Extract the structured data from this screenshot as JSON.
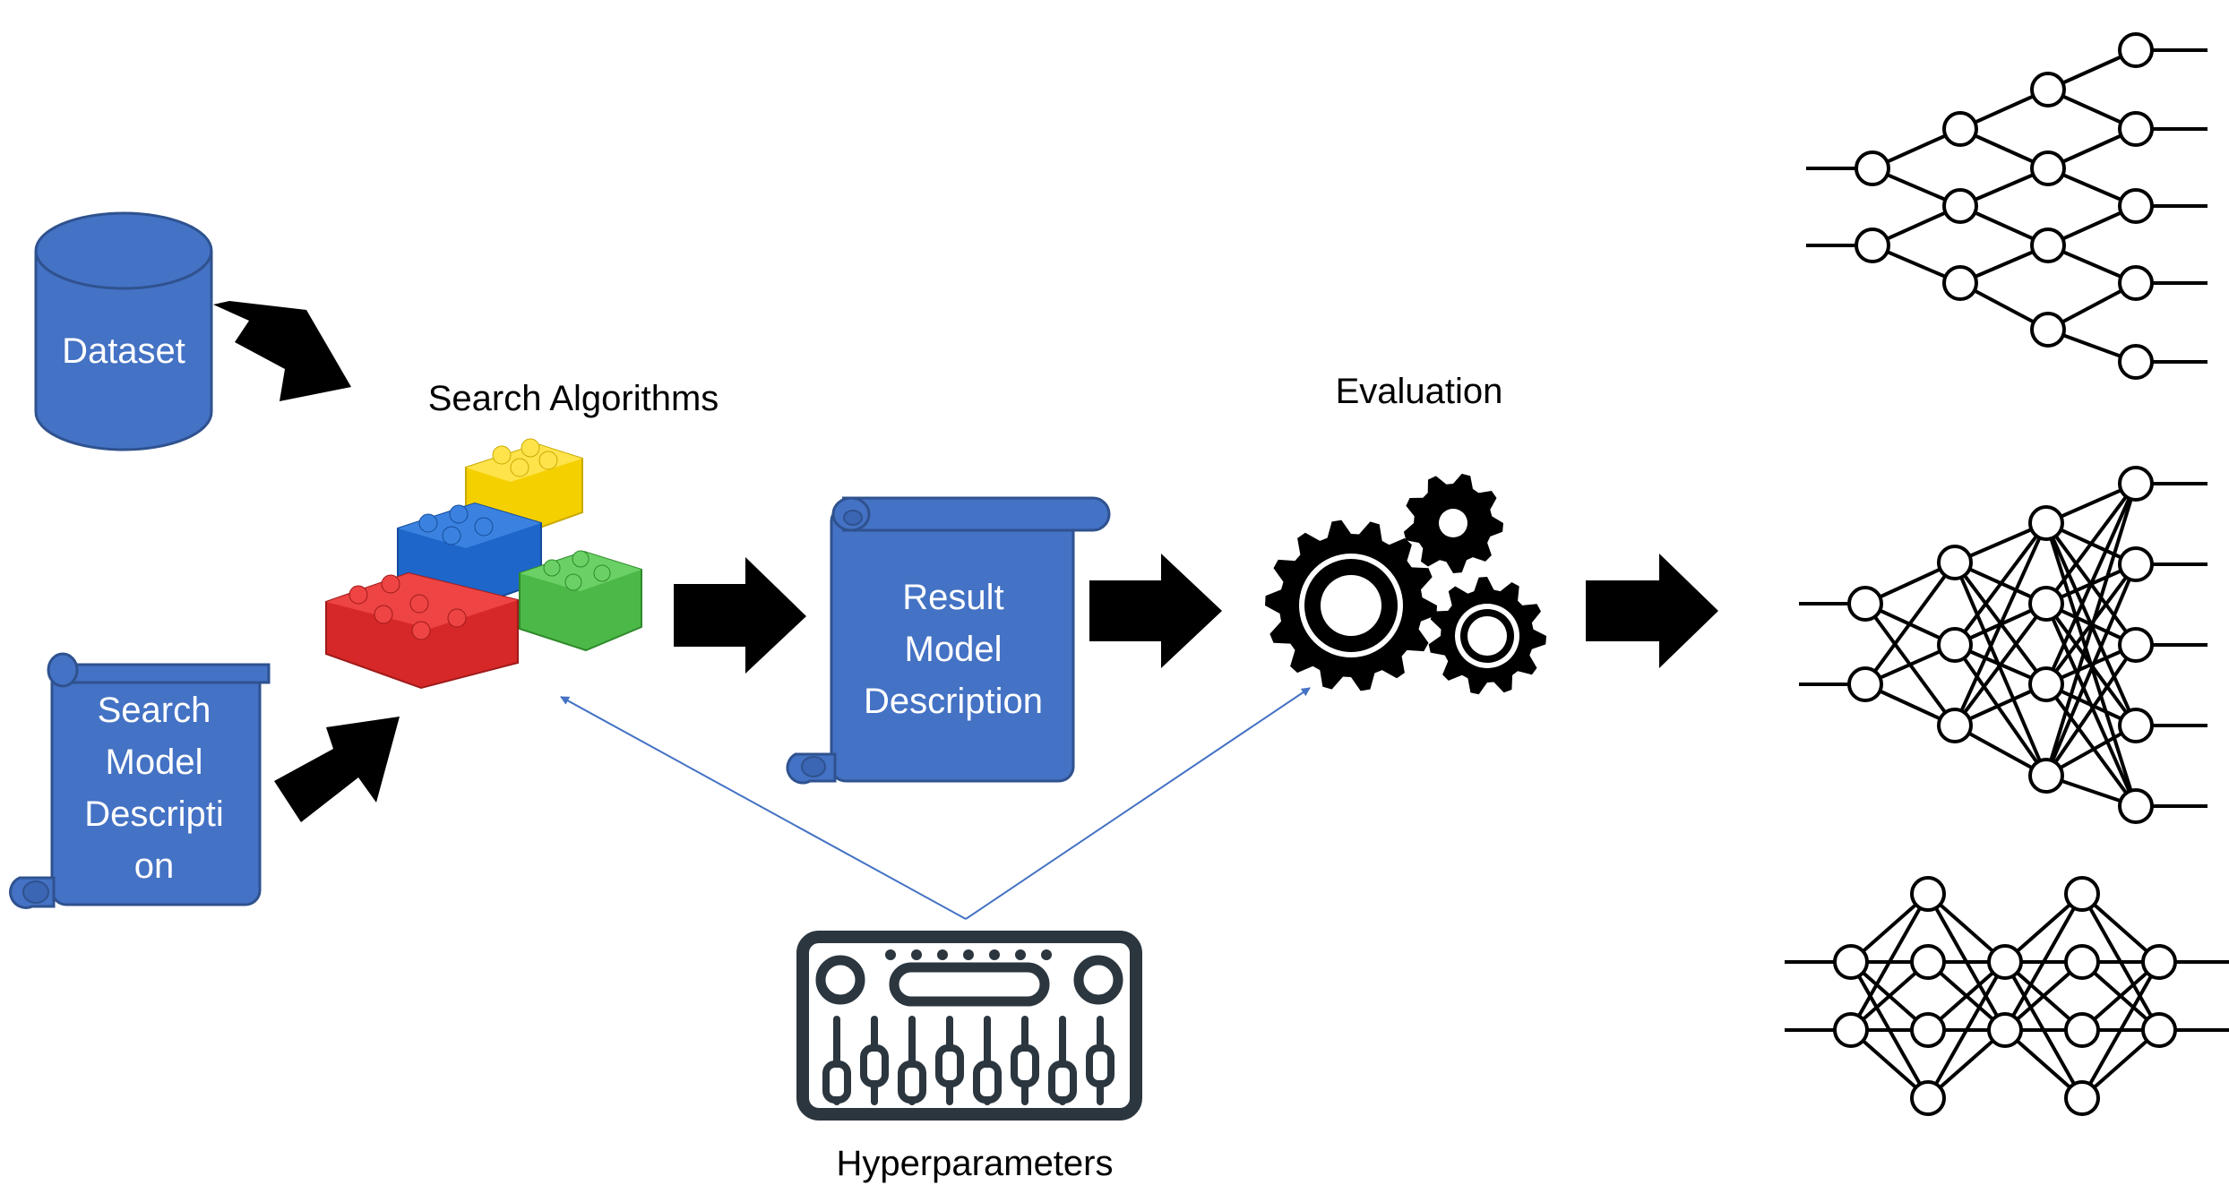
{
  "labels": {
    "dataset": "Dataset",
    "search_model_lines": [
      "Search",
      "Model",
      "Descripti",
      "on"
    ],
    "search_algorithms": "Search Algorithms",
    "result_model_lines": [
      "Result",
      "Model",
      "Description"
    ],
    "evaluation": "Evaluation",
    "hyperparameters": "Hyperparameters"
  },
  "colors": {
    "shape_fill": "#4472C4",
    "shape_stroke": "#2F528F",
    "arrow": "#000000",
    "thin_arrow": "#4472C4",
    "lego_red": "#D62828",
    "lego_blue": "#1E66C9",
    "lego_yellow": "#F5D000",
    "lego_green": "#4CB848"
  },
  "icons": {
    "gears": "gears-icon",
    "mixer": "mixer-console-icon",
    "lego": "lego-blocks-icon"
  }
}
